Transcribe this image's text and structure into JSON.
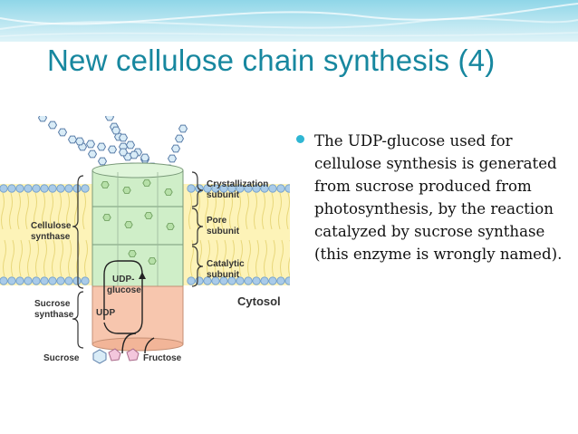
{
  "slide": {
    "title": "New cellulose chain synthesis (4)",
    "bullet": "The UDP-glucose used for cellulose synthesis is generated from sucrose produced from photosynthesis, by the reaction catalyzed by sucrose synthase (this enzyme is wrongly named)."
  },
  "figure": {
    "labels": {
      "crystallization_1": "Crystallization",
      "crystallization_2": "subunit",
      "pore_1": "Pore",
      "pore_2": "subunit",
      "catalytic_1": "Catalytic",
      "catalytic_2": "subunit",
      "cellulose_synthase_1": "Cellulose",
      "cellulose_synthase_2": "synthase",
      "sucrose_synthase_1": "Sucrose",
      "sucrose_synthase_2": "synthase",
      "udp_glucose_1": "UDP-",
      "udp_glucose_2": "glucose",
      "udp": "UDP",
      "cytosol": "Cytosol",
      "sucrose": "Sucrose",
      "fructose": "Fructose"
    }
  },
  "colors": {
    "title": "#17879f",
    "bullet": "#2fb6d3",
    "membrane": "#fdf3b8",
    "lipid_head": "#a9cbe8",
    "synthase": "#cfeec8",
    "sucrose_synthase": "#f7c6ae"
  }
}
